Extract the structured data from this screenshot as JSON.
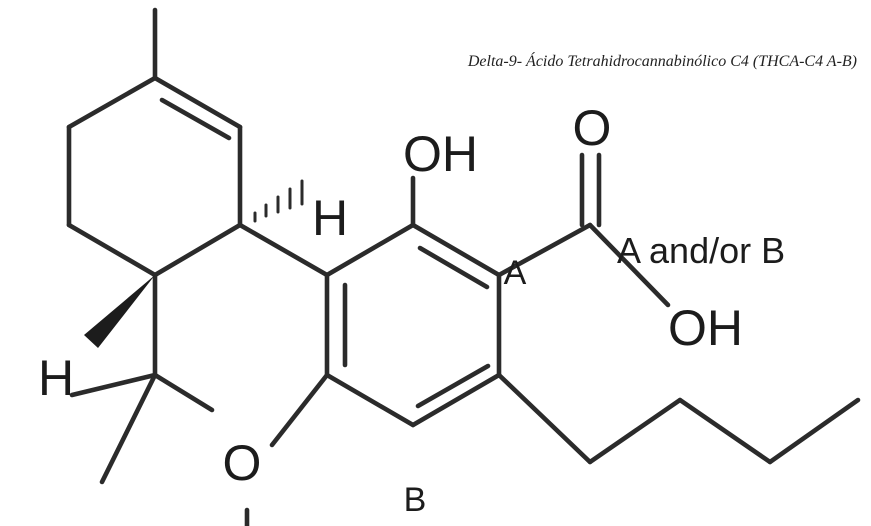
{
  "caption": "Delta-9- Ácido Tetrahidrocannabinólico C4 (THCA-C4 A-B)",
  "labels": {
    "hydroxyl_top": "OH",
    "carbonyl_oxygen": "O",
    "acid_hydroxyl": "OH",
    "ring_oxygen": "O",
    "hydrogen_upper": "H",
    "hydrogen_lower": "H",
    "position_a": "A",
    "position_b": "B",
    "annotation": "A and/or B"
  },
  "colors": {
    "ink": "#1c1c1c",
    "bond": "#2b2b2b",
    "background": "#ffffff"
  }
}
